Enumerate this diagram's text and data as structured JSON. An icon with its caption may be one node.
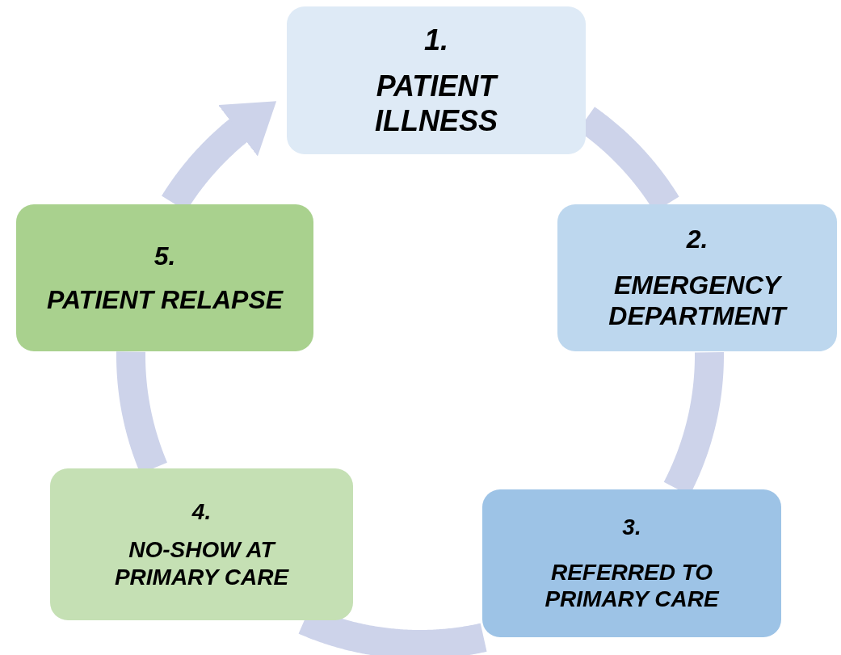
{
  "diagram": {
    "nodes": [
      {
        "text": [
          "1.",
          "PATIENT ILLNESS"
        ]
      },
      {
        "text": [
          "2.",
          "EMERGENCY DEPARTMENT"
        ]
      },
      {
        "text": [
          "3.",
          "REFERRED TO PRIMARY CARE"
        ]
      },
      {
        "text": [
          "4.",
          "NO-SHOW AT PRIMARY CARE"
        ]
      },
      {
        "text": [
          "5.",
          "PATIENT RELAPSE"
        ]
      }
    ],
    "edges": [
      {
        "from": 0,
        "to": 1,
        "arrow": "none"
      },
      {
        "from": 1,
        "to": 2,
        "arrow": "none"
      },
      {
        "from": 2,
        "to": 3,
        "arrow": "none"
      },
      {
        "from": 3,
        "to": 4,
        "arrow": "none"
      },
      {
        "from": 4,
        "to": 0,
        "arrow": "to"
      }
    ]
  }
}
